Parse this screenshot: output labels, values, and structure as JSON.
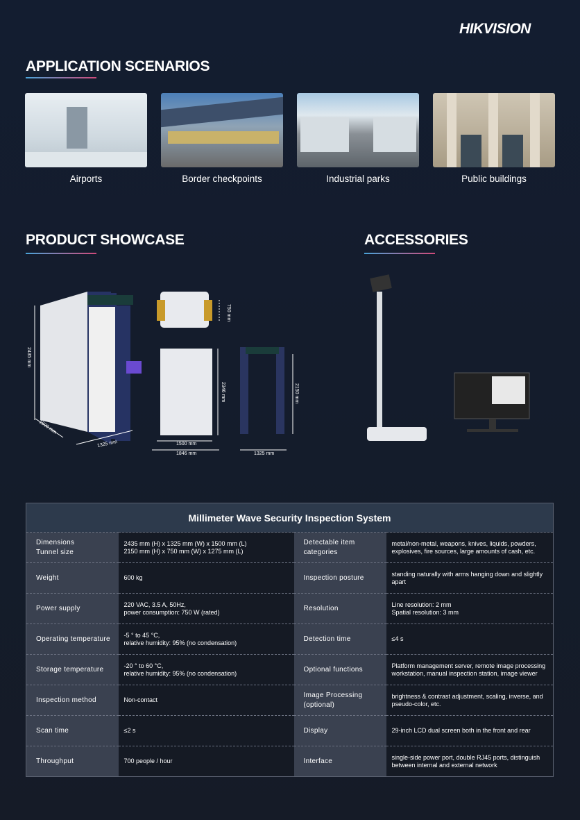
{
  "brand": "HIKVISION",
  "sections": {
    "scenarios": "APPLICATION SCENARIOS",
    "showcase": "PRODUCT SHOWCASE",
    "accessories": "ACCESSORIES"
  },
  "scenarios": [
    {
      "label": "Airports"
    },
    {
      "label": "Border checkpoints"
    },
    {
      "label": "Industrial parks"
    },
    {
      "label": "Public buildings"
    }
  ],
  "dimensions": {
    "height": "2435 mm",
    "length": "1500 mm",
    "width": "1325 mm",
    "top_width": "750 mm",
    "front_height": "2346 mm",
    "front_inner": "1500 mm",
    "front_outer": "1846 mm",
    "side_height": "2150 mm",
    "side_width": "1325 mm"
  },
  "table": {
    "title": "Millimeter Wave Security Inspection System",
    "rows": [
      {
        "l1": "Dimensions\nTunnel size",
        "v1": "2435 mm (H) x 1325 mm (W) x 1500 mm (L)\n2150 mm (H) x 750 mm (W) x 1275 mm (L)",
        "l2": "Detectable item categories",
        "v2": "metal/non-metal, weapons, knives, liquids, powders, explosives, fire sources, large amounts of cash, etc."
      },
      {
        "l1": "Weight",
        "v1": "600 kg",
        "l2": "Inspection posture",
        "v2": "standing naturally with arms hanging down and slightly apart"
      },
      {
        "l1": "Power supply",
        "v1": "220 VAC, 3.5 A, 50Hz,\npower consumption: 750 W (rated)",
        "l2": "Resolution",
        "v2": "Line resolution: 2 mm\nSpatial resolution: 3 mm"
      },
      {
        "l1": "Operating temperature",
        "v1": "-5 ° to 45 °C,\nrelative humidity: 95% (no condensation)",
        "l2": "Detection time",
        "v2": "≤4 s"
      },
      {
        "l1": "Storage temperature",
        "v1": "-20 ° to 60 °C,\nrelative humidity: 95% (no condensation)",
        "l2": "Optional functions",
        "v2": "Platform management server, remote image processing workstation, manual inspection station, image viewer"
      },
      {
        "l1": "Inspection method",
        "v1": "Non-contact",
        "l2": "Image Processing (optional)",
        "v2": "brightness & contrast adjustment, scaling, inverse, and pseudo-color, etc."
      },
      {
        "l1": "Scan time",
        "v1": "≤2 s",
        "l2": "Display",
        "v2": "29-inch LCD dual screen both in the front and rear"
      },
      {
        "l1": "Throughput",
        "v1": "700 people / hour",
        "l2": "Interface",
        "v2": "single-side power port, double RJ45 ports, distinguish between internal and external network"
      }
    ]
  }
}
